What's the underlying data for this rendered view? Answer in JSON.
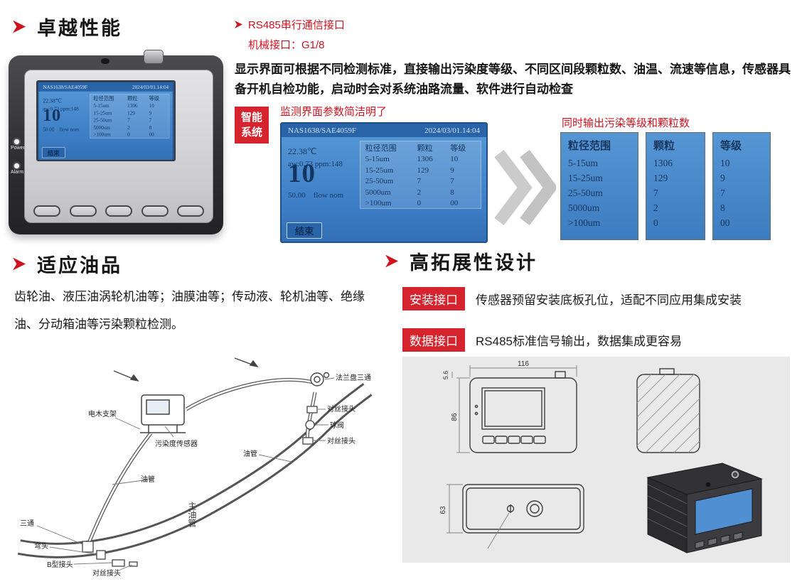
{
  "performance": {
    "title": "卓越性能",
    "bullet1": "RS485串行通信接口",
    "bullet2": "机械接口：G1/8",
    "description": "显示界面可根据不同检测标准，直接输出污染度等级、不同区间段颗粒数、油温、流速等信息，传感器具备开机自检功能，启动时会对系统油路流量、软件进行自动检查",
    "badge": "智能系统",
    "caption_screen": "监测界面参数简洁明了",
    "caption_output": "同时输出污染等级和颗粒数"
  },
  "device": {
    "led1": "Power",
    "led2": "Alarm"
  },
  "lcd": {
    "standard": "NAS1638/SAE4059F",
    "datetime": "2024/03/01.14:04",
    "temperature": "22.38℃",
    "grade": "10",
    "table_headers": [
      "粒径范围",
      "颗粒",
      "等级"
    ],
    "rows": [
      [
        "5-15um",
        "1306",
        "10"
      ],
      [
        "15-25um",
        "129",
        "9"
      ],
      [
        "25-50um",
        "7",
        "7"
      ],
      [
        "5000um",
        "2",
        "8"
      ],
      [
        ">100um",
        "0",
        "00"
      ]
    ],
    "status1": "aw:0.73 ppm:148",
    "status2": "50.00    flow nom",
    "button": "结束"
  },
  "oils": {
    "title": "适应油品",
    "description": "齿轮油、液压油涡轮机油等；油膜油等；传动液、轮机油等、绝缘油、分动箱油等污染颗粒检测。",
    "labels": {
      "flange": "法兰盘三通",
      "bracket": "电木支架",
      "sensor": "污染度传感器",
      "fitting1": "对丝接头",
      "valve": "球阀",
      "fitting2": "对丝接头",
      "hose1": "油管",
      "hose2": "油管",
      "mainpipe": "主油管",
      "tee": "三通",
      "elbow": "弯头",
      "bconn": "B型接头",
      "fitting3": "对丝接头"
    }
  },
  "expand": {
    "title": "高拓展性设计",
    "badge_install": "安装接口",
    "text_install": "传感器预留安装底板孔位，适配不同应用集成安装",
    "badge_data": "数据接口",
    "text_data": "RS485标准信号输出，数据集成更容易",
    "dims": {
      "width": "116",
      "panel": "5.6",
      "height": "86",
      "depth": "63"
    }
  }
}
